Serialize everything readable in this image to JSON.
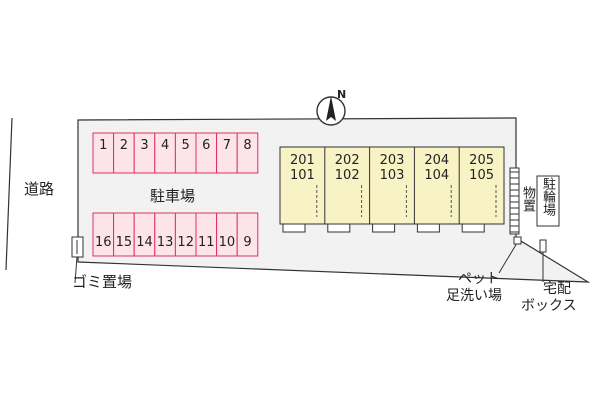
{
  "map": {
    "road_label": "道路",
    "parking_label": "駐車場",
    "garbage_label": "ゴミ置場",
    "bike_parking_label": "駐輪場",
    "storage_label": "物置",
    "pet_wash_label_line1": "ペット",
    "pet_wash_label_line2": "足洗い場",
    "delivery_box_label_line1": "宅配",
    "delivery_box_label_line2": "ボックス",
    "compass_label": "N",
    "parking_top_row": [
      "1",
      "2",
      "3",
      "4",
      "5",
      "6",
      "7",
      "8"
    ],
    "parking_bottom_row": [
      "16",
      "15",
      "14",
      "13",
      "12",
      "11",
      "10",
      "9"
    ],
    "units": [
      {
        "upper": "201",
        "lower": "101"
      },
      {
        "upper": "202",
        "lower": "102"
      },
      {
        "upper": "203",
        "lower": "103"
      },
      {
        "upper": "204",
        "lower": "104"
      },
      {
        "upper": "205",
        "lower": "105"
      }
    ]
  },
  "colors": {
    "parking_fill": "#fde4ea",
    "parking_stroke": "#e0315d",
    "building_fill": "#f8f3c4",
    "lot_fill": "#f2f2f2",
    "line": "#333333"
  }
}
